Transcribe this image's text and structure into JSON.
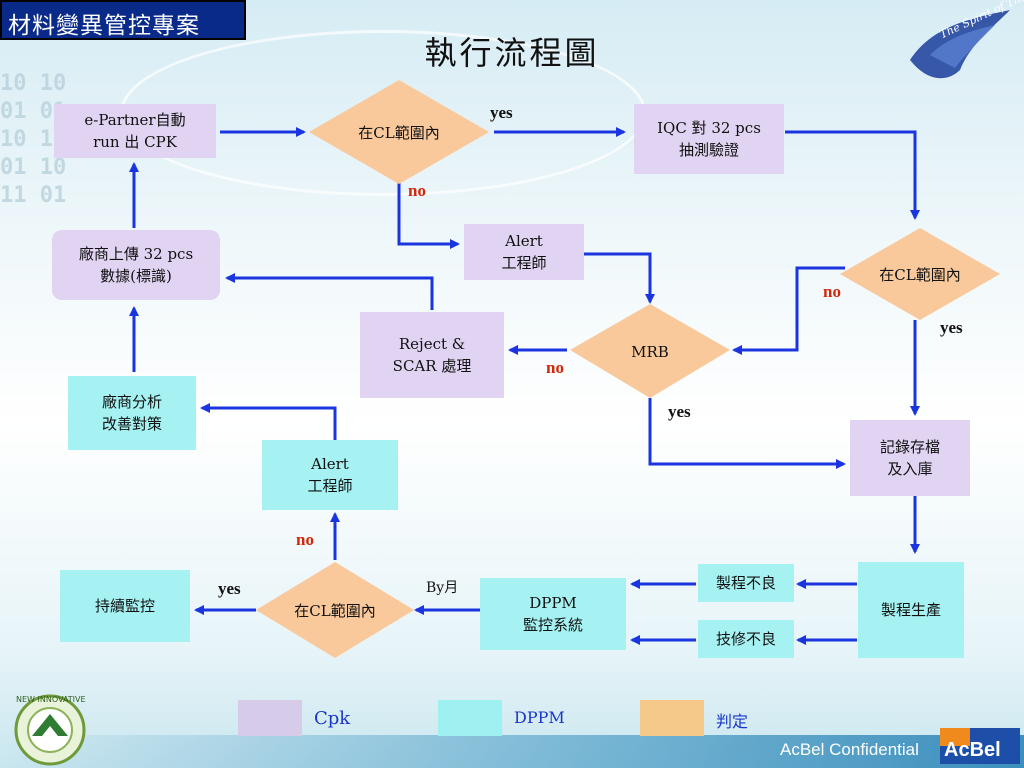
{
  "header": {
    "title": "材料變異管控專案"
  },
  "slide_title": "執行流程圖",
  "nodes": {
    "epartner": "e-Partner自動\nrun 出 CPK",
    "vendor_upload": "廠商上傳 32 pcs\n數據(標識)",
    "vendor_analysis": "廠商分析\n改善對策",
    "alert_left": "Alert\n工程師",
    "continuous_monitor": "持續監控",
    "decision_cl_top": "在CL範圍內",
    "alert_mid": "Alert\n工程師",
    "reject_scar": "Reject &\nSCAR 處理",
    "mrb": "MRB",
    "iqc_sample": "IQC 對 32 pcs\n抽測驗證",
    "decision_cl_right": "在CL範圍內",
    "record_store": "記錄存檔\n及入庫",
    "production": "製程生產",
    "process_defect": "製程不良",
    "repair_defect": "技修不良",
    "dppm_system": "DPPM\n監控系統",
    "decision_cl_bottom": "在CL範圍內"
  },
  "labels": {
    "yes_top": "yes",
    "no_top": "no",
    "no_right": "no",
    "yes_right": "yes",
    "no_mrb": "no",
    "yes_mrb": "yes",
    "no_bottom": "no",
    "yes_bottom": "yes",
    "by_month": "By月"
  },
  "legend": [
    {
      "label": "Cpk",
      "color": "#d6cbe9"
    },
    {
      "label": "DPPM",
      "color": "#9ff0f0"
    },
    {
      "label": "判定",
      "color": "#f5c98a"
    }
  ],
  "branding": {
    "eagle_text": "The Spirit of The Eagle",
    "confidential": "AcBel Confidential",
    "acbel_logo": "AcBel",
    "bottom_logo_text": "NEW INNOVATIVE"
  },
  "colors": {
    "arrow": "#1a35e0",
    "cpk_box": "#e0d4f2",
    "dppm_box": "#a6f1f1",
    "decision": "#f9c99c",
    "header_bg": "#0a2a8a"
  }
}
